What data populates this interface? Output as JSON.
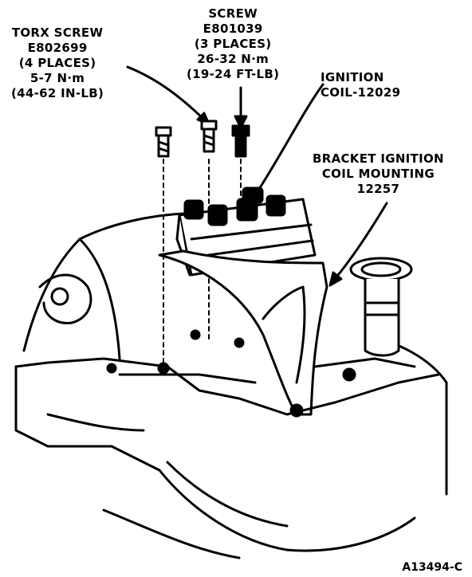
{
  "labels": {
    "torx_screw": {
      "line1": "TORX SCREW",
      "line2": "E802699",
      "line3": "(4 PLACES)",
      "line4": "5-7 N·m",
      "line5": "(44-62 IN-LB)"
    },
    "screw": {
      "line1": "SCREW",
      "line2": "E801039",
      "line3": "(3 PLACES)",
      "line4": "26-32 N·m",
      "line5": "(19-24 FT-LB)"
    },
    "ignition_coil": {
      "line1": "IGNITION",
      "line2": "COIL-12029"
    },
    "bracket": {
      "line1": "BRACKET IGNITION",
      "line2": "COIL MOUNTING",
      "line3": "12257"
    }
  },
  "figure_ref": "A13494-C"
}
